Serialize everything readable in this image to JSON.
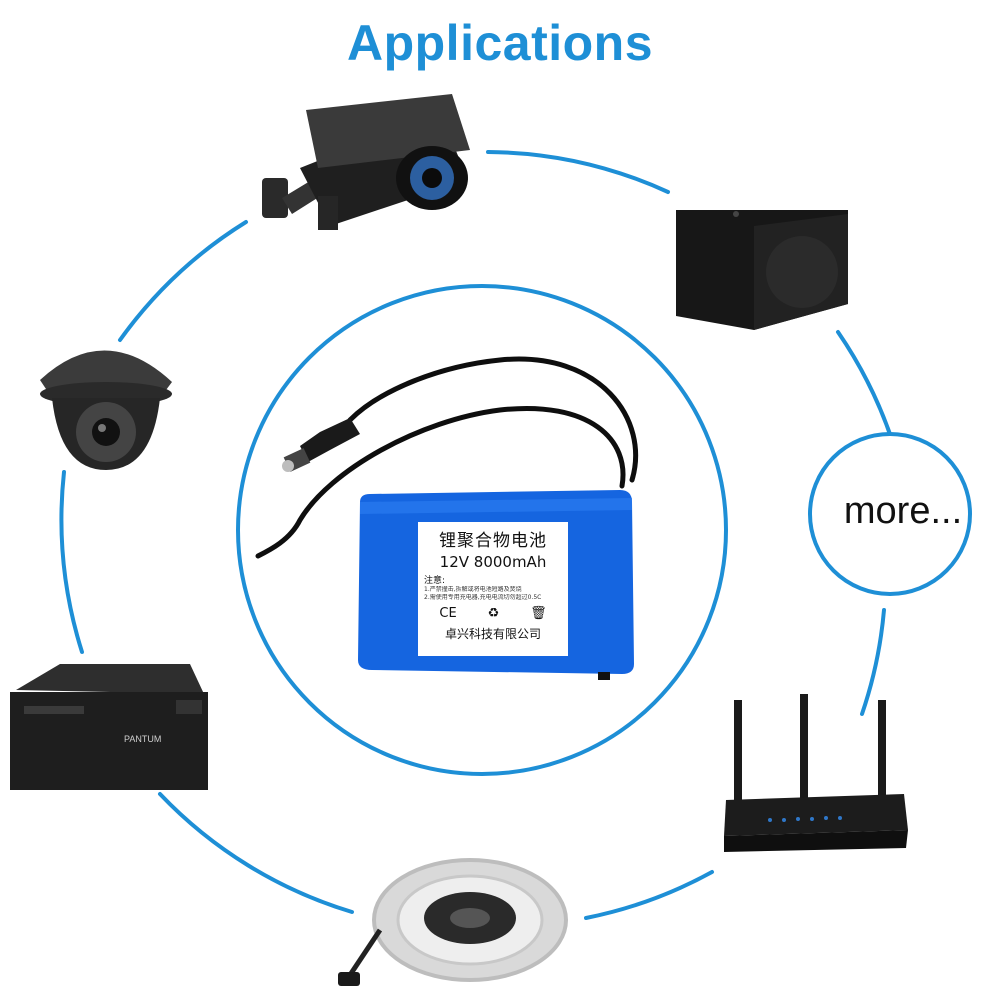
{
  "header": {
    "title": "Applications"
  },
  "colors": {
    "accent": "#1e8fd6",
    "battery": "#1565e0",
    "device_dark": "#1c1c1c"
  },
  "more": {
    "label": "more..."
  },
  "battery": {
    "title": "锂聚合物电池",
    "spec": "12V  8000mAh",
    "note_heading": "注意:",
    "note_line1": "1.严禁撞击,拆解或将电池短路及焚烧",
    "note_line2": "2.需使用专用充电器,充电电流切勿超过0.5C",
    "mark_ce": "CE",
    "mark_recycle": "♻",
    "mark_bin": "🗑",
    "company": "卓兴科技有限公司"
  },
  "devices": {
    "bullet_camera": {
      "icon": "bullet-camera-icon"
    },
    "dome_camera": {
      "icon": "dome-camera-icon"
    },
    "printer": {
      "icon": "printer-icon",
      "brand": "PANTUM"
    },
    "led_strip": {
      "icon": "led-strip-icon"
    },
    "router": {
      "icon": "router-icon"
    },
    "speaker": {
      "icon": "speaker-icon"
    }
  }
}
